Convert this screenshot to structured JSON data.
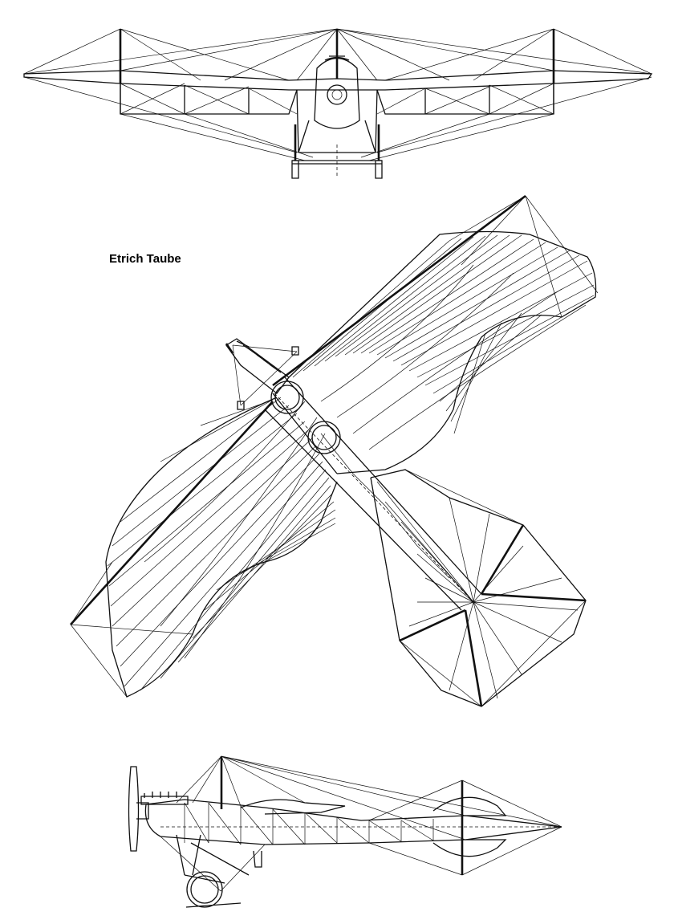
{
  "caption": "Etrich Taube",
  "views": {
    "front": "front-view",
    "top": "top-view",
    "side": "side-view"
  }
}
